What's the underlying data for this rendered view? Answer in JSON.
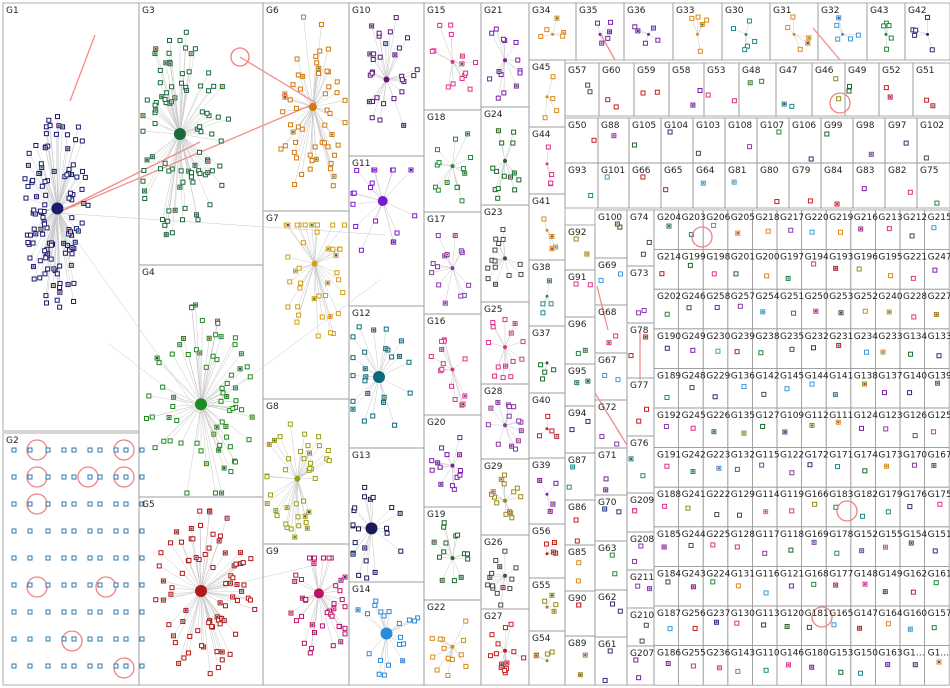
{
  "groups": {
    "main": [
      "G1",
      "G2",
      "G3",
      "G4",
      "G5",
      "G6",
      "G7",
      "G8",
      "G9",
      "G10",
      "G11",
      "G12",
      "G13",
      "G14",
      "G15",
      "G16",
      "G17",
      "G18",
      "G19",
      "G20",
      "G21",
      "G22",
      "G23",
      "G24",
      "G25",
      "G26",
      "G27",
      "G28",
      "G29"
    ],
    "top_row": [
      "G34",
      "G35",
      "G36",
      "G33",
      "G30",
      "G31",
      "G32",
      "G43",
      "G42"
    ],
    "col_a": [
      "G45",
      "G44",
      "G41",
      "G38",
      "G37",
      "G40",
      "G39",
      "G56",
      "G55",
      "G54"
    ],
    "col_b_right_top": [
      "G57",
      "G60",
      "G59",
      "G58",
      "G53",
      "G48",
      "G47",
      "G46",
      "G49",
      "G52",
      "G51"
    ],
    "row_b": [
      "G50",
      "G88",
      "G105",
      "G104",
      "G103",
      "G108",
      "G107",
      "G106",
      "G99",
      "G98",
      "G97",
      "G102"
    ],
    "row_c": [
      "G93",
      "G101",
      "G66",
      "G65",
      "G64",
      "G81",
      "G80",
      "G79",
      "G84",
      "G83",
      "G82",
      "G75"
    ],
    "col_c": [
      "G92",
      "G91",
      "G96",
      "G95",
      "G94",
      "G87",
      "G86",
      "G85",
      "G90",
      "G89"
    ],
    "col_d": [
      "G100",
      "G69",
      "G68",
      "G67",
      "G72",
      "G71",
      "G70",
      "G63",
      "G62",
      "G61"
    ],
    "col_e": [
      "G74",
      "G73",
      "G78",
      "G77",
      "G76",
      "G209",
      "G208",
      "G211",
      "G210",
      "G207"
    ],
    "grid": [
      [
        "G204",
        "G203",
        "G206",
        "G205",
        "G218",
        "G217",
        "G220",
        "G219",
        "G216",
        "G213",
        "G212",
        "G215"
      ],
      [
        "G214",
        "G199",
        "G198",
        "G201",
        "G200",
        "G197",
        "G194",
        "G193",
        "G196",
        "G195",
        "G221",
        "G247"
      ],
      [
        "G202",
        "G246",
        "G258",
        "G257",
        "G254",
        "G251",
        "G250",
        "G253",
        "G252",
        "G240",
        "G228",
        "G227"
      ],
      [
        "G190",
        "G249",
        "G230",
        "G239",
        "G238",
        "G235",
        "G232",
        "G231",
        "G234",
        "G233",
        "G134",
        "G133"
      ],
      [
        "G189",
        "G248",
        "G229",
        "G136",
        "G142",
        "G145",
        "G144",
        "G141",
        "G138",
        "G137",
        "G140",
        "G139"
      ],
      [
        "G192",
        "G245",
        "G226",
        "G135",
        "G127",
        "G109",
        "G112",
        "G111",
        "G124",
        "G123",
        "G126",
        "G125"
      ],
      [
        "G191",
        "G242",
        "G223",
        "G132",
        "G115",
        "G122",
        "G172",
        "G171",
        "G174",
        "G173",
        "G170",
        "G167"
      ],
      [
        "G188",
        "G241",
        "G222",
        "G129",
        "G114",
        "G119",
        "G166",
        "G183",
        "G182",
        "G179",
        "G176",
        "G175"
      ],
      [
        "G185",
        "G244",
        "G225",
        "G128",
        "G117",
        "G118",
        "G169",
        "G178",
        "G152",
        "G155",
        "G154",
        "G151"
      ],
      [
        "G184",
        "G243",
        "G224",
        "G131",
        "G116",
        "G121",
        "G168",
        "G177",
        "G148",
        "G149",
        "G162",
        "G161"
      ],
      [
        "G187",
        "G256",
        "G237",
        "G130",
        "G113",
        "G120",
        "G181",
        "G165",
        "G147",
        "G164",
        "G160",
        "G157"
      ],
      [
        "G186",
        "G255",
        "G236",
        "G143",
        "G110",
        "G146",
        "G180",
        "G153",
        "G150",
        "G163",
        "G1…",
        "G1…"
      ]
    ]
  }
}
